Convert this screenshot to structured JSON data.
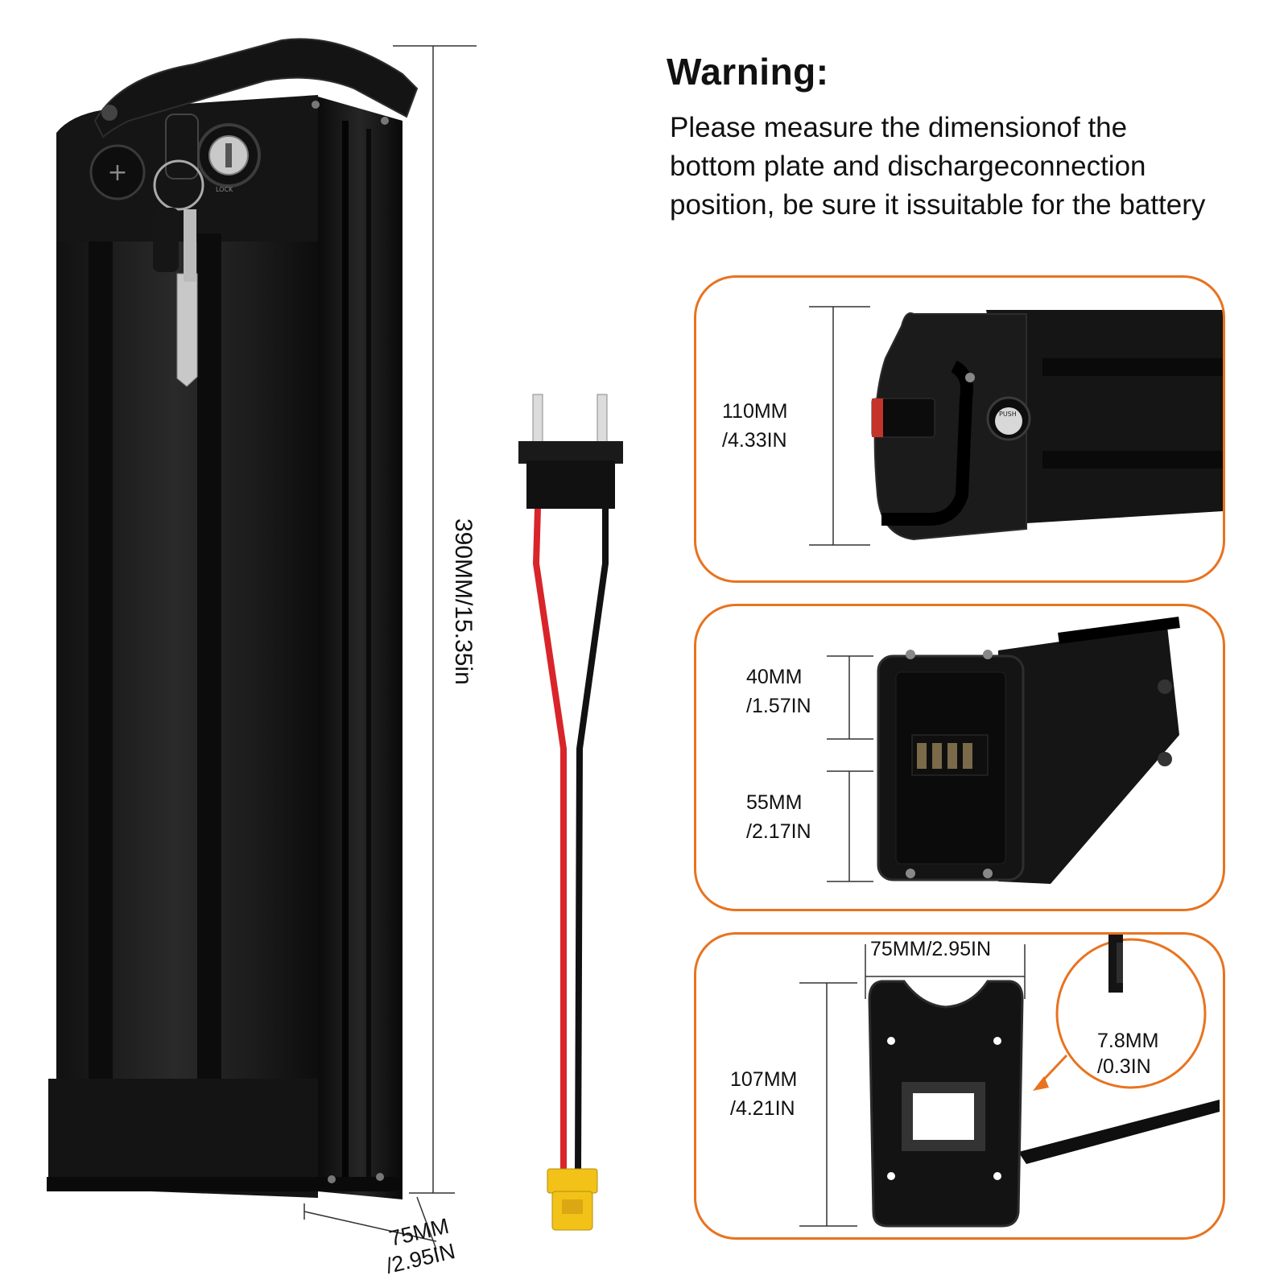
{
  "warning": {
    "title": "Warning:",
    "lines": [
      "Please measure the dimensionof the",
      "bottom plate and dischargeconnection",
      "position, be sure it issuitable for the battery"
    ]
  },
  "main_battery": {
    "height_label": "390MM/15.35in",
    "width_label_1": "75MM",
    "width_label_2": "/2.95IN",
    "lock_text": "LOCK"
  },
  "panel_top": {
    "height_label_1": "110MM",
    "height_label_2": "/4.33IN",
    "push_text": "PUSH"
  },
  "panel_middle": {
    "upper_label_1": "40MM",
    "upper_label_2": "/1.57IN",
    "lower_label_1": "55MM",
    "lower_label_2": "/2.17IN"
  },
  "panel_bottom": {
    "width_label": "75MM/2.95IN",
    "height_label_1": "107MM",
    "height_label_2": "/4.21IN",
    "thickness_label_1": "7.8MM",
    "thickness_label_2": "/0.3IN"
  },
  "colors": {
    "accent_orange": "#e8731f",
    "battery_black": "#1a1a1a",
    "wire_red": "#d8252a",
    "connector_yellow": "#f2c218"
  }
}
